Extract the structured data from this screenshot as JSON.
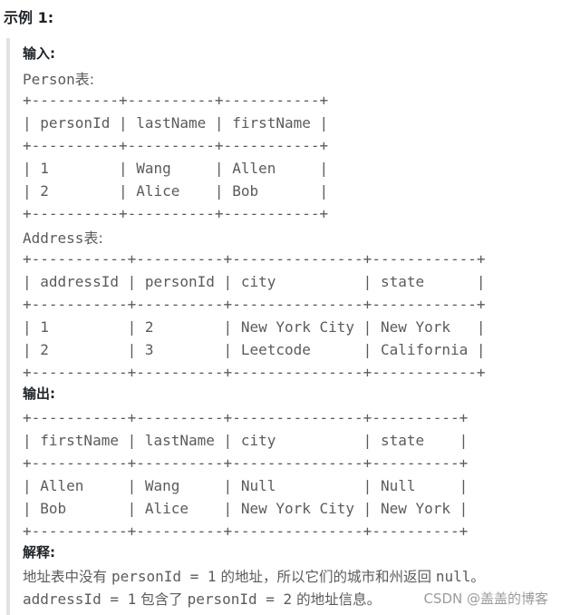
{
  "heading": "示例 1:",
  "input_label": "输入:",
  "person_caption": {
    "name": "Person",
    "suffix": "表:"
  },
  "person_table": "+----------+----------+-----------+\n| personId | lastName | firstName |\n+----------+----------+-----------+\n| 1        | Wang     | Allen     |\n| 2        | Alice    | Bob       |\n+----------+----------+-----------+",
  "address_caption": {
    "name": "Address",
    "suffix": "表:"
  },
  "address_table": "+-----------+----------+---------------+------------+\n| addressId | personId | city          | state      |\n+-----------+----------+---------------+------------+\n| 1         | 2        | New York City | New York   |\n| 2         | 3        | Leetcode      | California |\n+-----------+----------+---------------+------------+",
  "output_label": "输出:",
  "output_table": "+-----------+----------+---------------+----------+\n| firstName | lastName | city          | state    |\n+-----------+----------+---------------+----------+\n| Allen     | Wang     | Null          | Null     |\n| Bob       | Alice    | New York City | New York |\n+-----------+----------+---------------+----------+",
  "explanation_label": "解释:",
  "explanation_line1": [
    {
      "t": "地址表中没有 ",
      "mono": false
    },
    {
      "t": "personId = 1",
      "mono": true
    },
    {
      "t": " 的地址，所以它们的城市和州返回 ",
      "mono": false
    },
    {
      "t": "null",
      "mono": true
    },
    {
      "t": "。",
      "mono": false
    }
  ],
  "explanation_line2": [
    {
      "t": "addressId = 1",
      "mono": true
    },
    {
      "t": " 包含了 ",
      "mono": false
    },
    {
      "t": "personId = 2",
      "mono": true
    },
    {
      "t": " 的地址信息。",
      "mono": false
    }
  ],
  "watermark": "CSDN @盖盖的博客"
}
